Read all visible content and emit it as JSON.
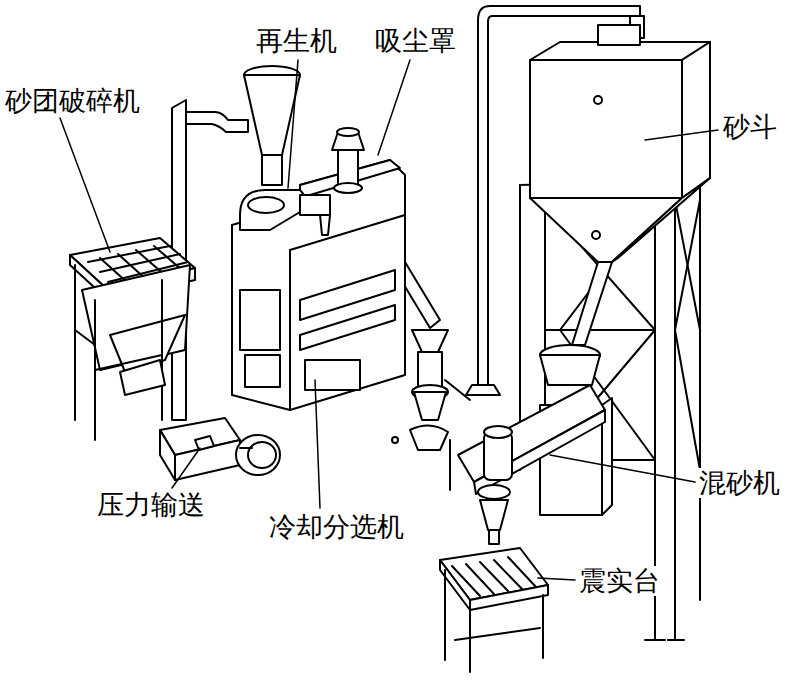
{
  "diagram": {
    "labels": [
      "再生机",
      "吸尘罩",
      "砂团破碎机",
      "砂斗",
      "混砂机",
      "压力输送",
      "冷却分选机",
      "震实台"
    ]
  }
}
